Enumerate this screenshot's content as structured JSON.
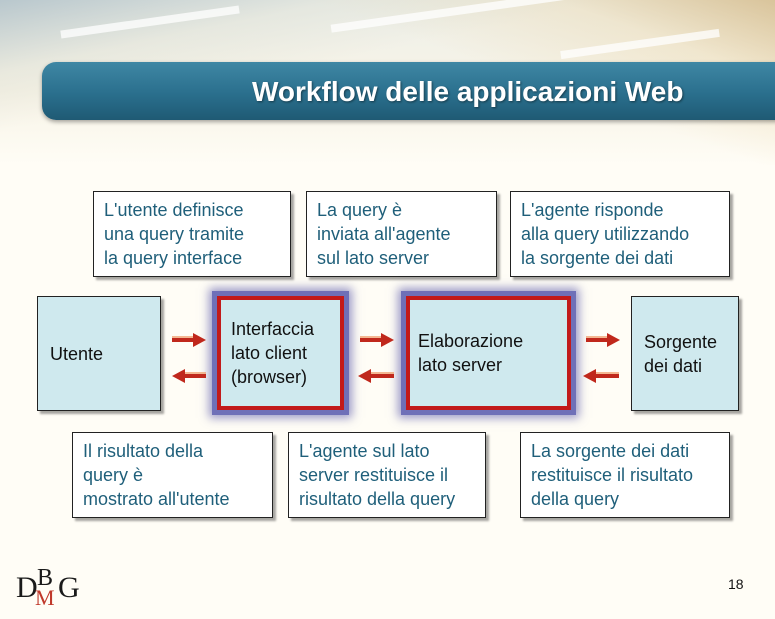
{
  "slide": {
    "title": "Workflow delle applicazioni Web",
    "page_number": "18",
    "logo": {
      "letters": [
        "D",
        "B",
        "M",
        "G"
      ],
      "colors": {
        "D": "#1a1a1a",
        "B": "#1a1a1a",
        "M": "#c0392b",
        "G": "#1a1a1a"
      }
    }
  },
  "notes_top": [
    "L'utente definisce\nuna query tramite\nla query interface",
    "La query è\ninviata all'agente\nsul lato server",
    "L'agente risponde\nalla query utilizzando\nla sorgente dei dati"
  ],
  "nodes": [
    "Utente",
    "Interfaccia\nlato client\n(browser)",
    "Elaborazione\nlato server",
    "Sorgente\ndei dati"
  ],
  "notes_bottom": [
    "Il risultato della\nquery è\nmostrato all'utente",
    "L'agente sul lato\nserver restituisce il\nrisultato della query",
    "La sorgente dei dati\nrestituisce il risultato\ndella query"
  ],
  "colors": {
    "title_bar": "#2a6f8d",
    "node_fill": "#cfe9ee",
    "note_text": "#1f5f7a",
    "highlight_border": "#c21a1a",
    "highlight_glow": "#6f70b8",
    "arrow_red": "#c0281c",
    "arrow_orange": "#f0a070"
  }
}
